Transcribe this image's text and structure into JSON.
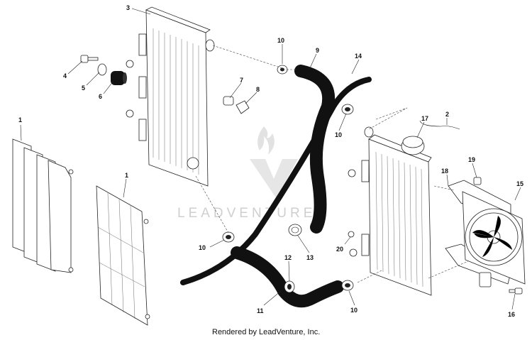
{
  "diagram": {
    "watermark": "LEADVENTURE",
    "credit": "Rendered by LeadVenture, Inc.",
    "callouts": [
      {
        "id": "c1a",
        "text": "1"
      },
      {
        "id": "c1b",
        "text": "1"
      },
      {
        "id": "c2",
        "text": "2"
      },
      {
        "id": "c3",
        "text": "3"
      },
      {
        "id": "c4",
        "text": "4"
      },
      {
        "id": "c5",
        "text": "5"
      },
      {
        "id": "c6",
        "text": "6"
      },
      {
        "id": "c7",
        "text": "7"
      },
      {
        "id": "c8",
        "text": "8"
      },
      {
        "id": "c9",
        "text": "9"
      },
      {
        "id": "c10a",
        "text": "10"
      },
      {
        "id": "c10b",
        "text": "10"
      },
      {
        "id": "c10c",
        "text": "10"
      },
      {
        "id": "c10d",
        "text": "10"
      },
      {
        "id": "c11",
        "text": "11"
      },
      {
        "id": "c12",
        "text": "12"
      },
      {
        "id": "c13",
        "text": "13"
      },
      {
        "id": "c14",
        "text": "14"
      },
      {
        "id": "c15",
        "text": "15"
      },
      {
        "id": "c16",
        "text": "16"
      },
      {
        "id": "c17",
        "text": "17"
      },
      {
        "id": "c18",
        "text": "18"
      },
      {
        "id": "c19",
        "text": "19"
      },
      {
        "id": "c20",
        "text": "20"
      }
    ]
  }
}
